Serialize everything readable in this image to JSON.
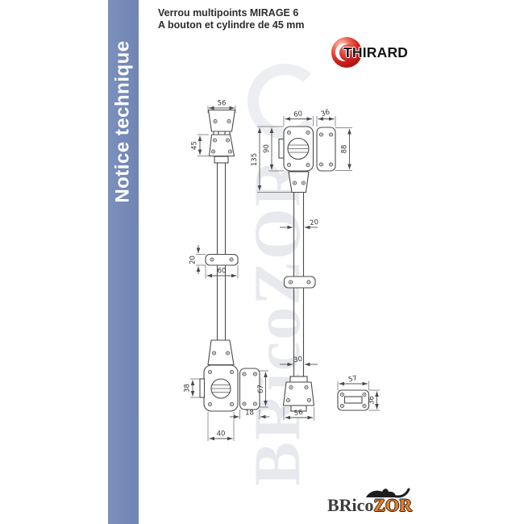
{
  "sidebar": {
    "label": "Notice technique",
    "color": "#7589ba"
  },
  "header": {
    "title_line1": "Verrou multipoints MIRAGE 6",
    "title_line2": "A bouton et cylindre de 45 mm"
  },
  "logos": {
    "thirard": {
      "text": "THIRARD",
      "sphere_color": "#c51b1c"
    },
    "bricozor": {
      "text_dark": "BRico",
      "text_orange": "ZOR",
      "orange": "#ef7f1d"
    },
    "watermark_text": "BRicoZOR"
  },
  "drawing": {
    "left_view": {
      "dims": {
        "top_width": "56",
        "upper_plate_height": "45",
        "guide_thickness": "20",
        "guide_width": "60",
        "body_side_height": "38",
        "keeper_height": "67",
        "keeper_width": "18",
        "body_width": "40"
      }
    },
    "right_view": {
      "dims": {
        "body_width": "60",
        "keeper_width": "36",
        "body_height": "90",
        "head_height": "135",
        "keeper_height": "88",
        "rod_width": "20",
        "rod_end_width": "30",
        "foot_width": "56"
      }
    },
    "strike_plate": {
      "dims": {
        "width": "57",
        "height": "36"
      }
    }
  }
}
